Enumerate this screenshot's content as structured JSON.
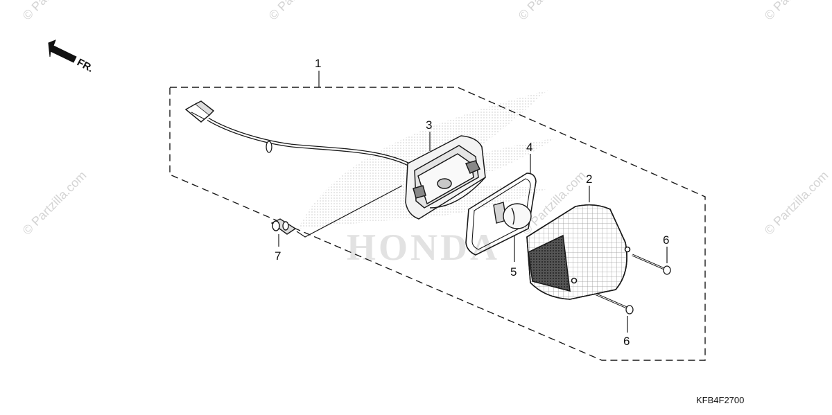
{
  "diagram": {
    "direction_label": "FR.",
    "brand_text": "HONDA",
    "diagram_code": "KFB4F2700",
    "watermark": "© Partzilla.com",
    "callouts": [
      "1",
      "2",
      "3",
      "4",
      "5",
      "6",
      "6",
      "7"
    ],
    "colors": {
      "line": "#1a1a1a",
      "watermark": "#d4d4d4",
      "brand_wing": "#dcdcdc"
    }
  }
}
